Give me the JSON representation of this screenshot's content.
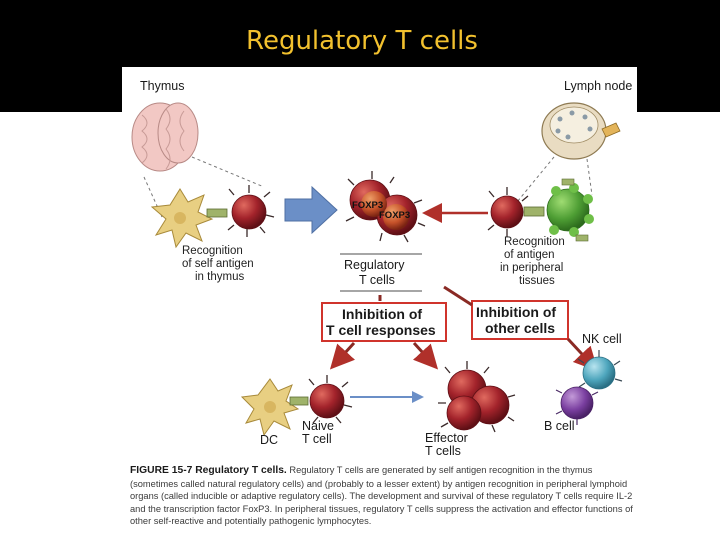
{
  "slide": {
    "title": "Regulatory T cells"
  },
  "figure": {
    "labels": {
      "thymus": "Thymus",
      "lymph_node": "Lymph node",
      "recog_self_1": "Recognition",
      "recog_self_2": "of self antigen",
      "recog_self_3": "in thymus",
      "recog_periph_1": "Recognition",
      "recog_periph_2": "of antigen",
      "recog_periph_3": "in peripheral",
      "recog_periph_4": "tissues",
      "foxp3_a": "FOXP3",
      "foxp3_b": "FOXP3",
      "treg_1": "Regulatory",
      "treg_2": "T cells",
      "inhib_t_1": "Inhibition of",
      "inhib_t_2": "T cell responses",
      "inhib_other_1": "Inhibition of",
      "inhib_other_2": "other cells",
      "nk_cell": "NK cell",
      "dc": "DC",
      "naive_1": "Naive",
      "naive_2": "T cell",
      "effector_1": "Effector",
      "effector_2": "T cells",
      "b_cell": "B cell"
    },
    "caption": {
      "label": "FIGURE 15-7  Regulatory T cells.",
      "text": "Regulatory T cells are generated by self antigen recognition in the thymus (sometimes called natural regulatory cells) and (probably to a lesser extent) by antigen recognition in peripheral lymphoid organs (called inducible or adaptive regulatory cells). The development and survival of these regulatory T cells require IL-2 and the transcription factor FoxP3. In peripheral tissues, regulatory T cells suppress the activation and effector functions of other self-reactive and potentially pathogenic lymphocytes."
    },
    "colors": {
      "t_cell": "#a3232b",
      "dendritic_cell": "#e8cf82",
      "apc_green": "#58a83a",
      "nk_cell": "#5ab0c6",
      "b_cell": "#7a3fa0",
      "arrow": "#6b8fc7",
      "inhibition_border": "#d0342c",
      "thymus": "#f2c8c4"
    },
    "icons": [
      "thymus-icon",
      "lymph-node-icon"
    ]
  }
}
